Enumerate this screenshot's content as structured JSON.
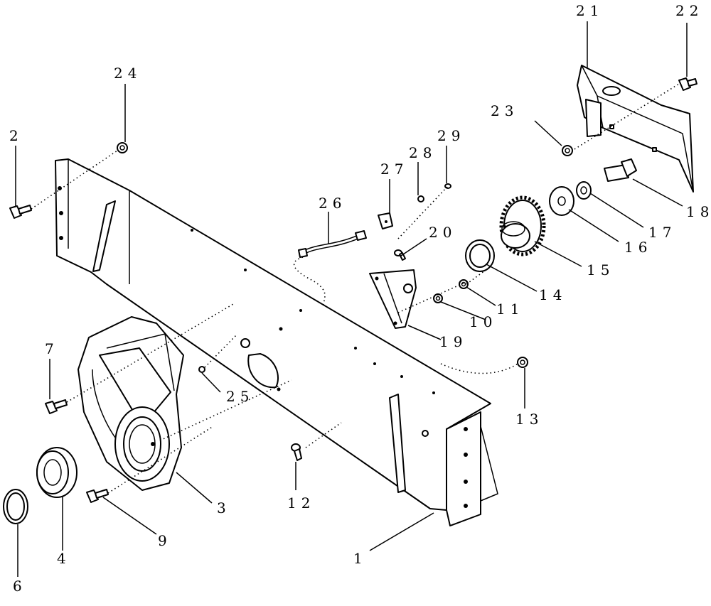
{
  "callouts": {
    "c1": "1",
    "c2": "2",
    "c3": "3",
    "c4": "4",
    "c6": "6",
    "c7": "7",
    "c9": "9",
    "c10": "10",
    "c11": "11",
    "c12": "12",
    "c13": "13",
    "c14": "14",
    "c15": "15",
    "c16": "16",
    "c17": "17",
    "c18": "18",
    "c19": "19",
    "c20": "20",
    "c21": "21",
    "c22": "22",
    "c23": "23",
    "c24": "24",
    "c25": "25",
    "c26": "26",
    "c27": "27",
    "c28": "28",
    "c29": "29"
  }
}
